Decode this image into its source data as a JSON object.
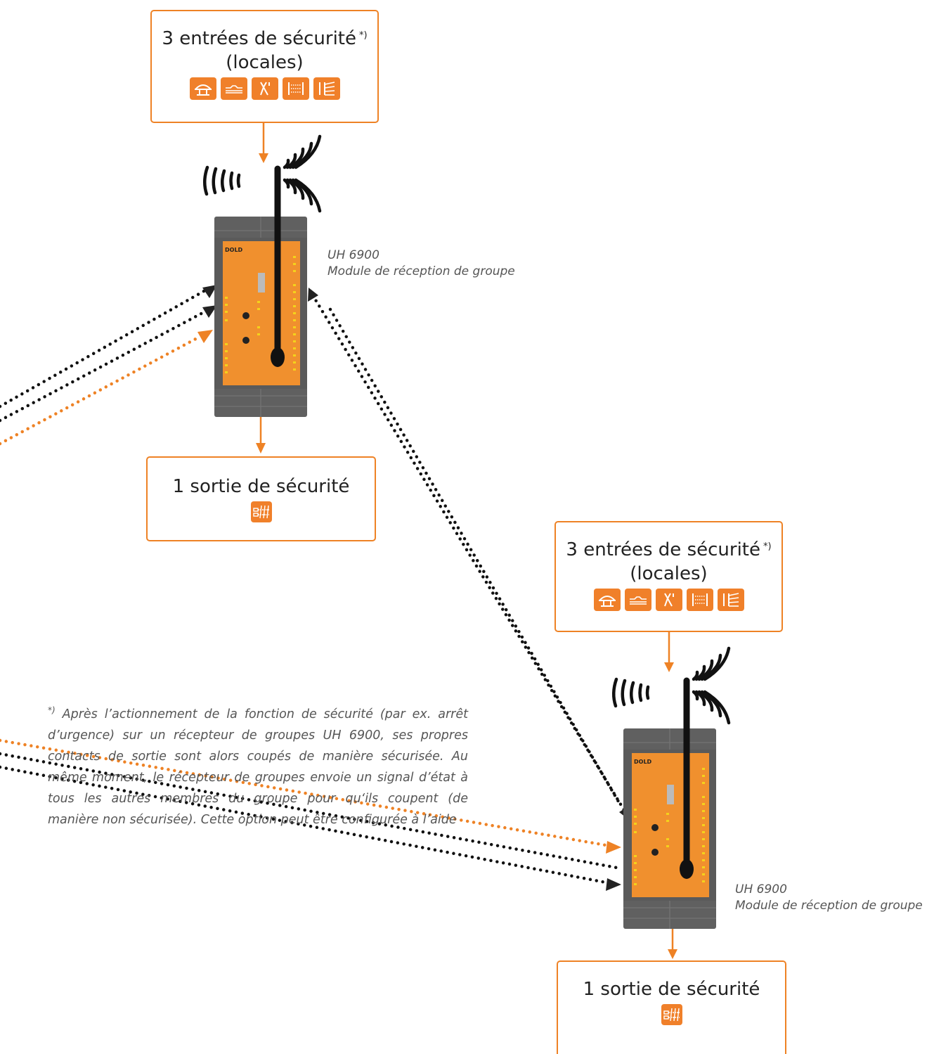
{
  "top_inputs": {
    "title": "3 entrées de sécurité",
    "marker": "*)",
    "subtitle": "(locales)",
    "icons": [
      "e-stop-icon",
      "safety-mat-icon",
      "door-switch-icon",
      "light-curtain-icon",
      "light-grid-icon"
    ]
  },
  "top_device": {
    "brand": "DOLD",
    "model": "UH 6900",
    "description": "Module de réception de groupe"
  },
  "top_output": {
    "title": "1 sortie de sécurité",
    "icon": "relay-contact-icon"
  },
  "bottom_inputs": {
    "title": "3 entrées de sécurité",
    "marker": "*)",
    "subtitle": "(locales)",
    "icons": [
      "e-stop-icon",
      "safety-mat-icon",
      "door-switch-icon",
      "light-curtain-icon",
      "light-grid-icon"
    ]
  },
  "bottom_device": {
    "brand": "DOLD",
    "model": "UH 6900",
    "description": "Module de réception de groupe"
  },
  "bottom_output": {
    "title": "1 sortie de sécurité",
    "icon": "relay-contact-icon"
  },
  "footnote": {
    "marker": "*)",
    "text": "Après l’actionnement de la fonction de sécurité (par ex. arrêt d’urgence) sur un récepteur de groupes UH 6900, ses propres contacts de sortie sont alors coupés de manière sécurisée. Au même moment, le récepteur de groupes envoie un signal d’état à tous les autres membres du groupe pour qu‘ils coupent (de manière non sécurisée). Cette option peut être configurée à l’aide"
  },
  "colors": {
    "accent": "#ee8225",
    "device_body": "#f0902e",
    "housing": "#5f5f5f",
    "dots": "#111111"
  }
}
